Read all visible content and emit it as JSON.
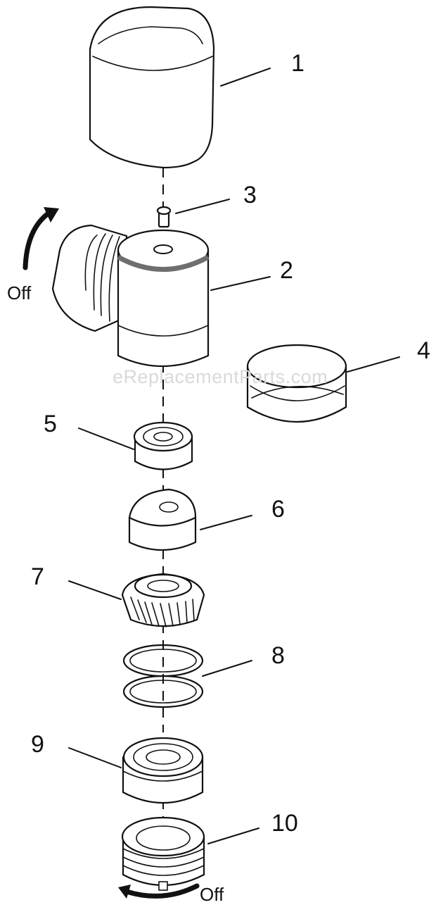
{
  "labels": {
    "part1": "1",
    "part2": "2",
    "part3": "3",
    "part4": "4",
    "part5": "5",
    "part6": "6",
    "part7": "7",
    "part8": "8",
    "part9": "9",
    "part10": "10"
  },
  "rotation_top": "Off",
  "rotation_bottom": "Off",
  "watermark": "eReplacementParts.com",
  "colors": {
    "line": "#111111",
    "band": "#6e6e6e",
    "watermark": "#d9d9d9"
  }
}
